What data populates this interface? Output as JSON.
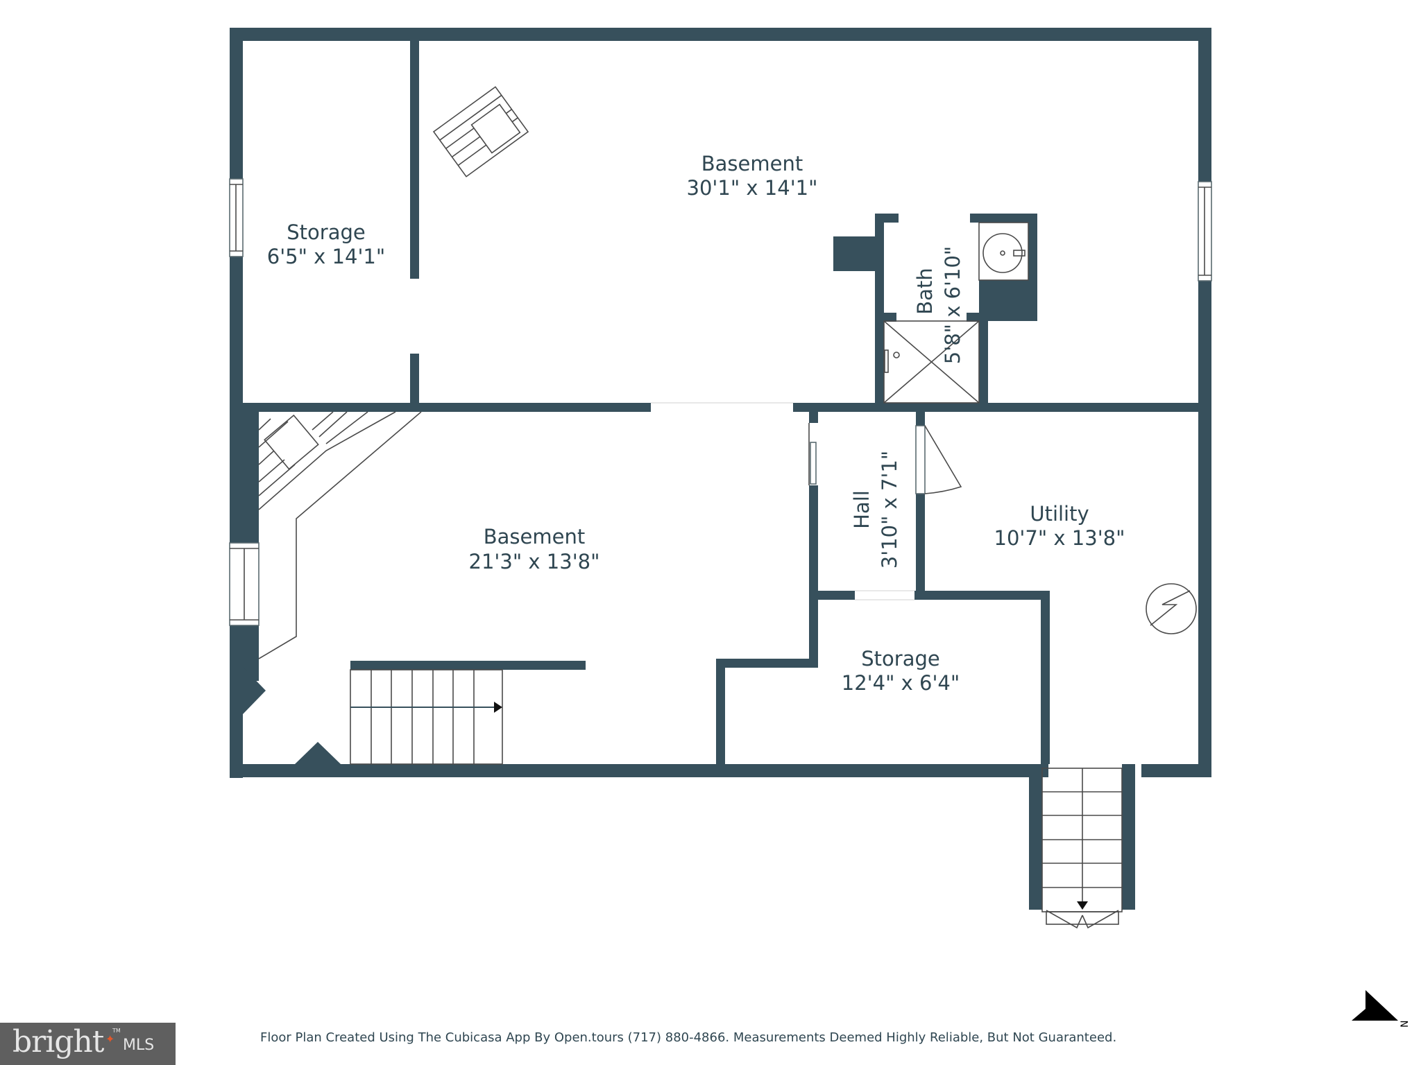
{
  "floor_plan": {
    "rooms": [
      {
        "id": "storage-upper",
        "name": "Storage",
        "dimensions": "6'5\" x 14'1\""
      },
      {
        "id": "basement-upper",
        "name": "Basement",
        "dimensions": "30'1\" x 14'1\""
      },
      {
        "id": "bath",
        "name": "Bath",
        "dimensions": "5'8\" x 6'10\""
      },
      {
        "id": "basement-lower",
        "name": "Basement",
        "dimensions": "21'3\" x 13'8\""
      },
      {
        "id": "hall",
        "name": "Hall",
        "dimensions": "3'10\" x 7'1\""
      },
      {
        "id": "utility",
        "name": "Utility",
        "dimensions": "10'7\" x 13'8\""
      },
      {
        "id": "storage-lower",
        "name": "Storage",
        "dimensions": "12'4\" x 6'4\""
      }
    ],
    "wall_color": "#37505c",
    "label_color": "#2f4651"
  },
  "footer": {
    "credit": "Floor Plan Created Using The Cubicasa App By Open.tours (717) 880-4866. Measurements Deemed Highly Reliable, But Not Guaranteed."
  },
  "logo": {
    "brand": "bright",
    "suffix": "MLS",
    "trademark": "TM",
    "accent_color": "#e2572a",
    "background": "#5f5f5f"
  },
  "compass": {
    "label": "N"
  }
}
